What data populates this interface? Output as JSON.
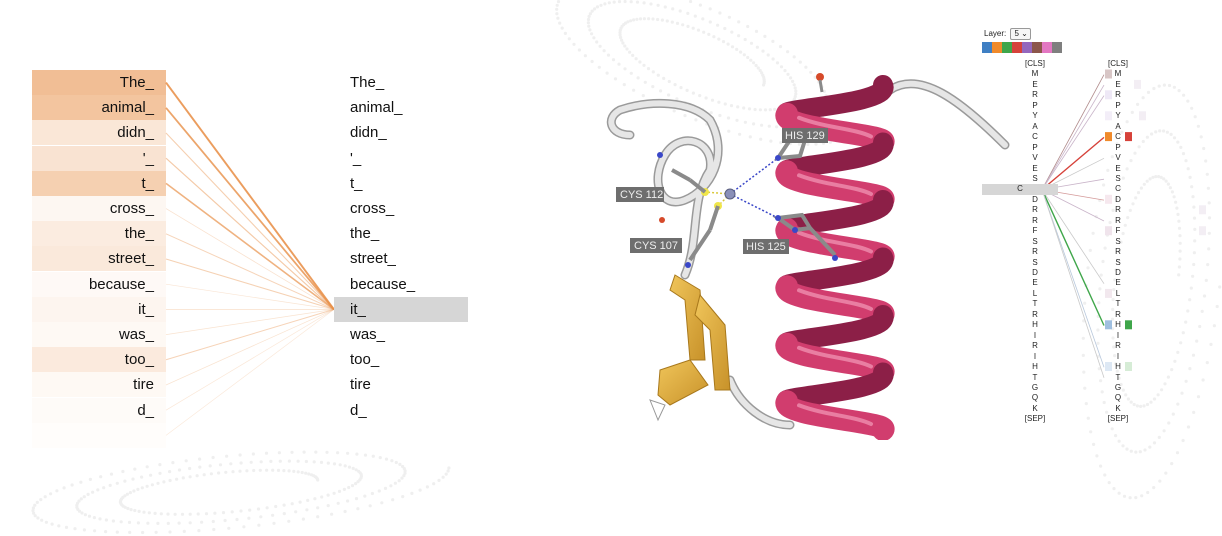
{
  "left_attention": {
    "source_tokens": [
      "The_",
      "animal_",
      "didn_",
      "'_",
      "t_",
      "cross_",
      "the_",
      "street_",
      "because_",
      "it_",
      "was_",
      "too_",
      "tire",
      "d_",
      ""
    ],
    "target_tokens": [
      "The_",
      "animal_",
      "didn_",
      "'_",
      "t_",
      "cross_",
      "the_",
      "street_",
      "because_",
      "it_",
      "was_",
      "too_",
      "tire",
      "d_"
    ],
    "selected_target": "it_",
    "weights": [
      0.95,
      0.85,
      0.35,
      0.4,
      0.7,
      0.12,
      0.28,
      0.32,
      0.08,
      0.14,
      0.1,
      0.3,
      0.1,
      0.06,
      0.04
    ],
    "color": "#e8914a"
  },
  "protein": {
    "labels": [
      "HIS 129",
      "CYS 112",
      "CYS 107",
      "HIS 125"
    ],
    "helix_color": "#d13d6e",
    "sheet_color": "#e2b23c",
    "coil_color": "#d8d8d8"
  },
  "sequence_attention": {
    "layer_label": "Layer:",
    "layer_value": "5",
    "head_colors": [
      "#3f7fc3",
      "#f08a2b",
      "#3fa64a",
      "#d6423a",
      "#9467bd",
      "#8c564b",
      "#e377c2",
      "#7f7f7f"
    ],
    "tokens": [
      "[CLS]",
      "M",
      "E",
      "R",
      "P",
      "Y",
      "A",
      "C",
      "P",
      "V",
      "E",
      "S",
      "C",
      "D",
      "R",
      "R",
      "F",
      "S",
      "R",
      "S",
      "D",
      "E",
      "L",
      "T",
      "R",
      "H",
      "I",
      "R",
      "I",
      "H",
      "T",
      "G",
      "Q",
      "K",
      "[SEP]"
    ],
    "selected_token": "C"
  }
}
